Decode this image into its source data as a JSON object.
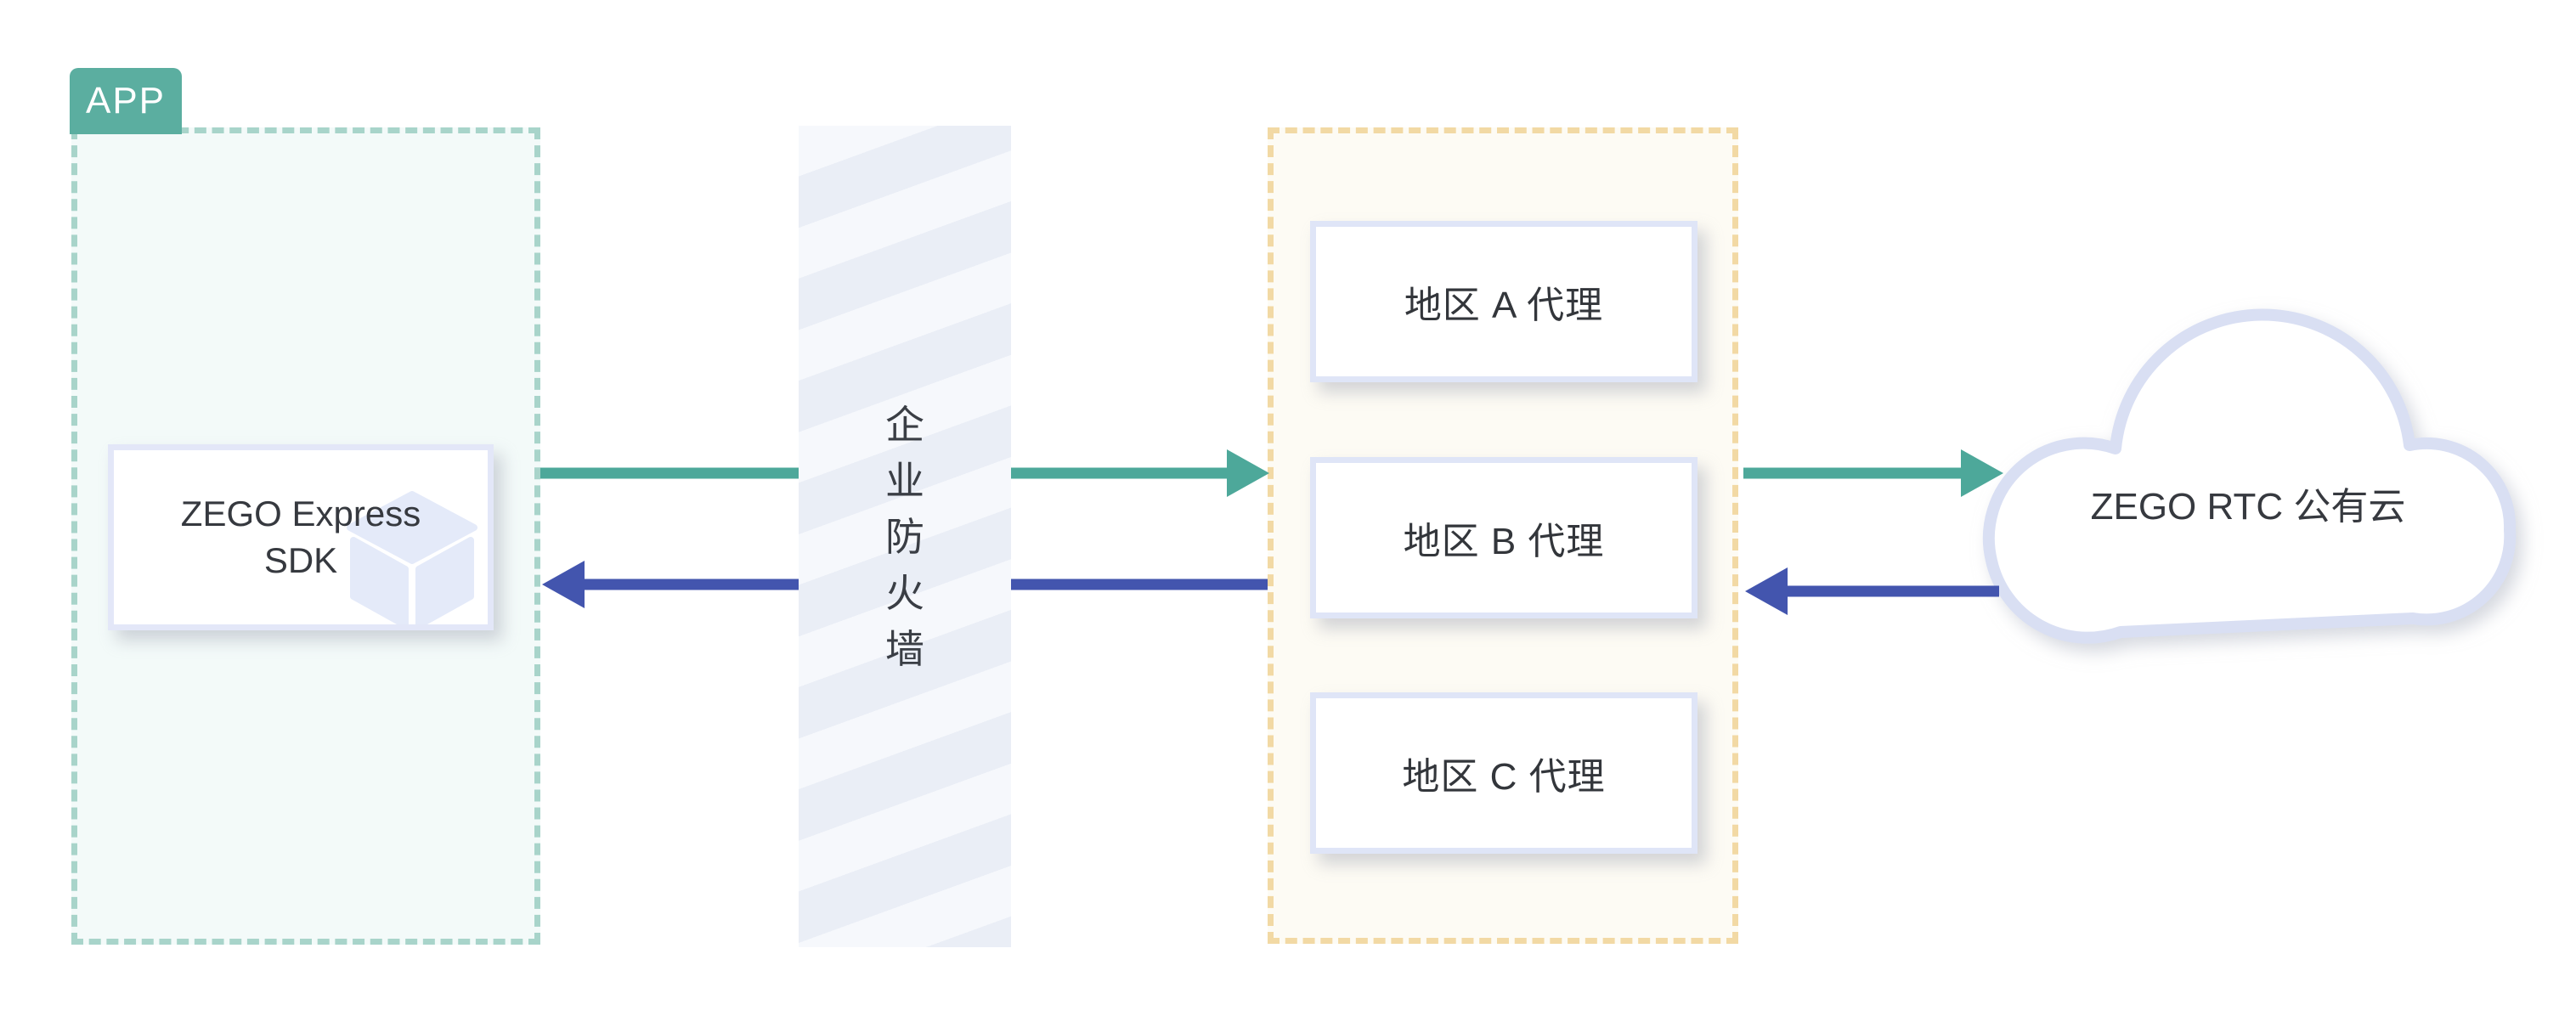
{
  "app_group": {
    "tag": "APP",
    "sdk_box": {
      "line1": "ZEGO Express",
      "line2": "SDK"
    }
  },
  "firewall": {
    "label": "企业防火墙",
    "chars": [
      "企",
      "业",
      "防",
      "火",
      "墙"
    ]
  },
  "proxy_group": {
    "boxes": [
      {
        "label": "地区 A 代理"
      },
      {
        "label": "地区 B 代理"
      },
      {
        "label": "地区 C 代理"
      }
    ]
  },
  "cloud": {
    "label": "ZEGO RTC 公有云"
  },
  "colors": {
    "arrow_forward": "#4da89a",
    "arrow_back": "#4355ae",
    "app_tag": "#5baea0",
    "app_dash": "#a8d4ca",
    "app_fill": "#f3faf9",
    "proxy_dash": "#f2d9a4",
    "proxy_fill": "#fdfbf4",
    "node_border": "#dfe5f7",
    "cloud_stroke": "#d9dff3",
    "firewall_stripe_light": "#f6f8fc",
    "firewall_stripe_dark": "#eaeef6",
    "text_dark": "#36393f"
  }
}
